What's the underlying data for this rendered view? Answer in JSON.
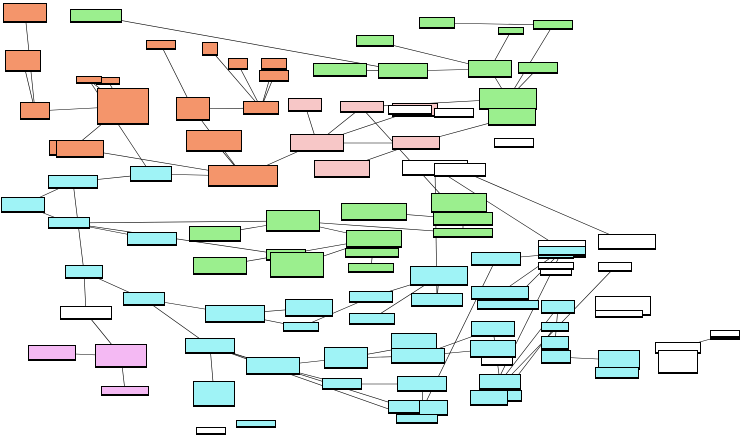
{
  "colors": {
    "background": "#ffffff",
    "edge": "#000000",
    "orange": "#f4956b",
    "green": "#9bef8e",
    "cyan": "#9ff3f6",
    "pink": "#f7c7c7",
    "magenta": "#f4b9f3",
    "white": "#ffffff"
  },
  "nodes": [
    {
      "id": "o1",
      "color": "orange",
      "title": "",
      "lines": [
        "",
        "",
        "",
        "",
        ""
      ]
    },
    {
      "id": "o2",
      "color": "orange",
      "title": "",
      "lines": [
        "",
        "",
        ""
      ]
    },
    {
      "id": "o3",
      "color": "orange",
      "title": "",
      "lines": [
        "",
        "",
        "",
        "",
        "",
        ""
      ]
    },
    {
      "id": "o4",
      "color": "orange",
      "title": "",
      "lines": [
        ""
      ]
    },
    {
      "id": "o5",
      "color": "orange",
      "title": "",
      "lines": [
        "",
        "",
        ""
      ]
    },
    {
      "id": "o6",
      "color": "orange",
      "title": "",
      "lines": [
        "",
        "",
        "",
        ""
      ]
    },
    {
      "id": "o7",
      "color": "orange",
      "title": "",
      "lines": [
        ""
      ]
    },
    {
      "id": "o8",
      "color": "orange",
      "title": "",
      "lines": [
        "",
        "",
        "",
        ""
      ]
    },
    {
      "id": "o9",
      "color": "orange",
      "title": "",
      "lines": [
        "",
        "",
        "",
        ""
      ]
    },
    {
      "id": "o10",
      "color": "orange",
      "title": "",
      "lines": [
        "",
        ""
      ]
    },
    {
      "id": "o11",
      "color": "orange",
      "title": "",
      "lines": [
        "",
        ""
      ]
    },
    {
      "id": "o12",
      "color": "orange",
      "title": "",
      "lines": [
        "",
        "",
        ""
      ]
    },
    {
      "id": "o13",
      "color": "orange",
      "title": "",
      "lines": [
        "",
        "",
        "",
        ""
      ]
    },
    {
      "id": "o14",
      "color": "orange",
      "title": "",
      "lines": [
        "",
        "",
        "",
        "",
        ""
      ]
    },
    {
      "id": "o15",
      "color": "orange",
      "title": "",
      "lines": [
        "",
        "",
        ""
      ]
    },
    {
      "id": "o16",
      "color": "orange",
      "title": "",
      "lines": [
        "",
        "",
        "",
        ""
      ]
    },
    {
      "id": "o17",
      "color": "orange",
      "title": "",
      "lines": [
        "",
        "",
        ""
      ]
    },
    {
      "id": "g1",
      "color": "green",
      "title": "",
      "lines": [
        ""
      ]
    },
    {
      "id": "g2",
      "color": "green",
      "title": "",
      "lines": [
        "",
        ""
      ]
    },
    {
      "id": "g3",
      "color": "green",
      "title": "",
      "lines": [
        "",
        "",
        ""
      ]
    },
    {
      "id": "g4",
      "color": "green",
      "title": "",
      "lines": [
        "",
        ""
      ]
    },
    {
      "id": "g5",
      "color": "green",
      "title": "",
      "lines": [
        "",
        ""
      ]
    },
    {
      "id": "g6",
      "color": "green",
      "title": "",
      "lines": [
        "",
        "",
        ""
      ]
    },
    {
      "id": "g7",
      "color": "green",
      "title": "",
      "lines": [
        ""
      ]
    },
    {
      "id": "g8",
      "color": "green",
      "title": "",
      "lines": [
        "",
        ""
      ]
    },
    {
      "id": "g9",
      "color": "green",
      "title": "",
      "lines": [
        "",
        "",
        "",
        ""
      ]
    },
    {
      "id": "g10",
      "color": "green",
      "title": "",
      "lines": [
        "",
        "",
        ""
      ]
    },
    {
      "id": "g11",
      "color": "green",
      "title": "",
      "lines": [
        ""
      ]
    },
    {
      "id": "g12",
      "color": "green",
      "title": "",
      "lines": [
        "",
        "",
        "",
        ""
      ]
    },
    {
      "id": "g13",
      "color": "green",
      "title": "",
      "lines": [
        "",
        "",
        ""
      ]
    },
    {
      "id": "g14",
      "color": "green",
      "title": "",
      "lines": [
        "",
        "",
        "",
        "",
        ""
      ]
    },
    {
      "id": "g15",
      "color": "green",
      "title": "",
      "lines": [
        "",
        ""
      ]
    },
    {
      "id": "g16",
      "color": "green",
      "title": "",
      "lines": [
        "",
        ""
      ]
    },
    {
      "id": "g17",
      "color": "green",
      "title": "",
      "lines": [
        ""
      ]
    },
    {
      "id": "g18",
      "color": "green",
      "title": "",
      "lines": [
        "",
        ""
      ]
    },
    {
      "id": "g19",
      "color": "green",
      "title": "",
      "lines": [
        "",
        ""
      ]
    },
    {
      "id": "g20",
      "color": "green",
      "title": "",
      "lines": [
        ""
      ]
    },
    {
      "id": "g21",
      "color": "green",
      "title": "",
      "lines": [
        "",
        ""
      ]
    },
    {
      "id": "g22",
      "color": "green",
      "title": "",
      "lines": [
        "",
        "",
        "",
        ""
      ]
    },
    {
      "id": "g23",
      "color": "green",
      "title": "",
      "lines": [
        "",
        "",
        ""
      ]
    },
    {
      "id": "g24",
      "color": "green",
      "title": "",
      "lines": [
        "",
        ""
      ]
    },
    {
      "id": "p1",
      "color": "pink",
      "title": "",
      "lines": [
        "",
        ""
      ]
    },
    {
      "id": "p2",
      "color": "pink",
      "title": "",
      "lines": [
        "",
        "",
        ""
      ]
    },
    {
      "id": "p3",
      "color": "pink",
      "title": "",
      "lines": [
        "",
        ""
      ]
    },
    {
      "id": "p4",
      "color": "pink",
      "title": "",
      "lines": [
        "",
        "",
        "",
        "",
        ""
      ]
    },
    {
      "id": "p5",
      "color": "pink",
      "title": "",
      "lines": [
        "",
        "",
        ""
      ]
    },
    {
      "id": "p6",
      "color": "pink",
      "title": "",
      "lines": [
        "",
        "",
        ""
      ]
    },
    {
      "id": "w1",
      "color": "white",
      "title": "",
      "lines": [
        ""
      ]
    },
    {
      "id": "w2",
      "color": "white",
      "title": "",
      "lines": [
        ""
      ]
    },
    {
      "id": "w3",
      "color": "white",
      "title": "",
      "lines": [
        ""
      ]
    },
    {
      "id": "w4",
      "color": "white",
      "title": "",
      "lines": [
        "",
        ""
      ]
    },
    {
      "id": "w5",
      "color": "white",
      "title": "",
      "lines": [
        "",
        "",
        "",
        ""
      ]
    },
    {
      "id": "w6",
      "color": "white",
      "title": "",
      "lines": [
        "",
        ""
      ]
    },
    {
      "id": "w7",
      "color": "white",
      "title": "",
      "lines": [
        "",
        "",
        "",
        ""
      ]
    },
    {
      "id": "w8",
      "color": "white",
      "title": "",
      "lines": [
        ""
      ]
    },
    {
      "id": "w9",
      "color": "white",
      "title": "",
      "lines": [
        "",
        ""
      ]
    },
    {
      "id": "w10",
      "color": "white",
      "title": "",
      "lines": [
        "",
        "",
        "",
        ""
      ]
    },
    {
      "id": "w11",
      "color": "white",
      "title": "",
      "lines": [
        ""
      ]
    },
    {
      "id": "w12",
      "color": "white",
      "title": "",
      "lines": [
        ""
      ]
    },
    {
      "id": "c1",
      "color": "cyan",
      "title": "",
      "lines": [
        "",
        ""
      ]
    },
    {
      "id": "c2",
      "color": "cyan",
      "title": "",
      "lines": [
        "",
        "",
        ""
      ]
    },
    {
      "id": "c3",
      "color": "cyan",
      "title": "",
      "lines": [
        "",
        "",
        "",
        ""
      ]
    },
    {
      "id": "c4",
      "color": "cyan",
      "title": "",
      "lines": [
        "",
        "",
        ""
      ]
    },
    {
      "id": "c5",
      "color": "cyan",
      "title": "",
      "lines": [
        "",
        ""
      ]
    },
    {
      "id": "c6",
      "color": "cyan",
      "title": "",
      "lines": [
        "",
        "",
        ""
      ]
    },
    {
      "id": "c7",
      "color": "white",
      "title": "",
      "lines": [
        "",
        "",
        ""
      ]
    },
    {
      "id": "c8",
      "color": "cyan",
      "title": "",
      "lines": [
        "",
        "",
        ""
      ]
    },
    {
      "id": "c9",
      "color": "cyan",
      "title": "",
      "lines": [
        "",
        "",
        "",
        "",
        ""
      ]
    },
    {
      "id": "c10",
      "color": "cyan",
      "title": "",
      "lines": [
        ""
      ]
    },
    {
      "id": "c11",
      "color": "cyan",
      "title": "",
      "lines": [
        "",
        ""
      ]
    },
    {
      "id": "c12",
      "color": "cyan",
      "title": "",
      "lines": [
        "",
        "",
        ""
      ]
    },
    {
      "id": "c13",
      "color": "cyan",
      "title": "",
      "lines": [
        "",
        "",
        ""
      ]
    },
    {
      "id": "c14",
      "color": "cyan",
      "title": "",
      "lines": [
        "",
        ""
      ]
    },
    {
      "id": "c15",
      "color": "cyan",
      "title": "",
      "lines": [
        "",
        "",
        ""
      ]
    },
    {
      "id": "c16",
      "color": "cyan",
      "title": "",
      "lines": [
        "",
        "",
        ""
      ]
    },
    {
      "id": "c17",
      "color": "cyan",
      "title": "",
      "lines": [
        "",
        "",
        ""
      ]
    },
    {
      "id": "c18",
      "color": "cyan",
      "title": "",
      "lines": [
        "",
        "",
        "",
        ""
      ]
    },
    {
      "id": "c19",
      "color": "cyan",
      "title": "",
      "lines": [
        ""
      ]
    },
    {
      "id": "c20",
      "color": "cyan",
      "title": "",
      "lines": [
        "",
        ""
      ]
    },
    {
      "id": "c21",
      "color": "cyan",
      "title": "",
      "lines": [
        "",
        "",
        "",
        ""
      ]
    },
    {
      "id": "c22",
      "color": "cyan",
      "title": "",
      "lines": [
        "",
        ""
      ]
    },
    {
      "id": "c23",
      "color": "cyan",
      "title": "",
      "lines": [
        "",
        "",
        "",
        "",
        ""
      ]
    },
    {
      "id": "c24",
      "color": "cyan",
      "title": "",
      "lines": [
        "",
        "",
        ""
      ]
    },
    {
      "id": "c25",
      "color": "white",
      "title": "",
      "lines": [
        ""
      ]
    },
    {
      "id": "c26",
      "color": "cyan",
      "title": "",
      "lines": [
        "",
        ""
      ]
    },
    {
      "id": "c27",
      "color": "cyan",
      "title": "",
      "lines": [
        "",
        "",
        "",
        "",
        ""
      ]
    },
    {
      "id": "c28",
      "color": "cyan",
      "title": "",
      "lines": [
        "",
        "",
        ""
      ]
    },
    {
      "id": "c29",
      "color": "cyan",
      "title": "",
      "lines": [
        ""
      ]
    },
    {
      "id": "c30",
      "color": "cyan",
      "title": "",
      "lines": [
        "",
        "",
        "",
        "",
        ""
      ]
    },
    {
      "id": "c31",
      "color": "cyan",
      "title": "",
      "lines": [
        ""
      ]
    },
    {
      "id": "c32",
      "color": "cyan",
      "title": "",
      "lines": [
        "",
        "",
        "",
        ""
      ]
    },
    {
      "id": "c33",
      "color": "cyan",
      "title": "",
      "lines": [
        "",
        ""
      ]
    },
    {
      "id": "c34",
      "color": "cyan",
      "title": "",
      "lines": [
        "",
        ""
      ]
    },
    {
      "id": "c35",
      "color": "cyan",
      "title": "",
      "lines": [
        ""
      ]
    },
    {
      "id": "c36",
      "color": "cyan",
      "title": "",
      "lines": [
        "",
        "",
        ""
      ]
    },
    {
      "id": "c37",
      "color": "cyan",
      "title": "",
      "lines": [
        "",
        "",
        ""
      ]
    },
    {
      "id": "c38",
      "color": "cyan",
      "title": "",
      "lines": [
        "",
        "",
        ""
      ]
    },
    {
      "id": "c39",
      "color": "cyan",
      "title": "",
      "lines": [
        "",
        ""
      ]
    },
    {
      "id": "c40",
      "color": "cyan",
      "title": "",
      "lines": [
        "",
        "",
        ""
      ]
    },
    {
      "id": "c41",
      "color": "cyan",
      "title": "",
      "lines": [
        "",
        ""
      ]
    },
    {
      "id": "c42",
      "color": "cyan",
      "title": "",
      "lines": [
        "",
        "",
        ""
      ]
    },
    {
      "id": "c43",
      "color": "cyan",
      "title": "",
      "lines": [
        ""
      ]
    },
    {
      "id": "c44",
      "color": "cyan",
      "title": "",
      "lines": [
        "",
        ""
      ]
    },
    {
      "id": "c45",
      "color": "white",
      "title": "",
      "lines": [
        "",
        "",
        "",
        ""
      ]
    },
    {
      "id": "c46",
      "color": "white",
      "title": "",
      "lines": [
        "",
        ""
      ]
    },
    {
      "id": "c47",
      "color": "white",
      "title": "",
      "lines": [
        "",
        ""
      ]
    },
    {
      "id": "c48",
      "color": "white",
      "title": "",
      "lines": [
        "",
        ""
      ]
    },
    {
      "id": "c49",
      "color": "white",
      "title": "",
      "lines": [
        "",
        ""
      ]
    },
    {
      "id": "m1",
      "color": "magenta",
      "title": "",
      "lines": [
        "",
        "",
        ""
      ]
    },
    {
      "id": "m2",
      "color": "magenta",
      "title": "",
      "lines": [
        "",
        "",
        "",
        "",
        "",
        ""
      ]
    },
    {
      "id": "m3",
      "color": "magenta",
      "title": "",
      "lines": [
        "",
        ""
      ]
    }
  ],
  "edges": [
    [
      "o1",
      "o3"
    ],
    [
      "o2",
      "o3"
    ],
    [
      "o3",
      "o6"
    ],
    [
      "o4",
      "o6"
    ],
    [
      "o5",
      "o6"
    ],
    [
      "o6",
      "o13"
    ],
    [
      "o7",
      "o14"
    ],
    [
      "o8",
      "o12"
    ],
    [
      "o9",
      "o12"
    ],
    [
      "o10",
      "o12"
    ],
    [
      "o11",
      "o12"
    ],
    [
      "o12",
      "o14"
    ],
    [
      "o13",
      "c1"
    ],
    [
      "o14",
      "o17"
    ],
    [
      "o15",
      "o17"
    ],
    [
      "o16",
      "o17"
    ],
    [
      "o17",
      "c1"
    ],
    [
      "g1",
      "g4"
    ],
    [
      "g2",
      "g4"
    ],
    [
      "g3",
      "g6"
    ],
    [
      "g4",
      "g6"
    ],
    [
      "g5",
      "g8"
    ],
    [
      "g6",
      "g9"
    ],
    [
      "g8",
      "g9"
    ],
    [
      "g9",
      "p2"
    ],
    [
      "g10",
      "g9"
    ],
    [
      "g7",
      "g6"
    ],
    [
      "p1",
      "p4"
    ],
    [
      "p2",
      "p4"
    ],
    [
      "p3",
      "p4"
    ],
    [
      "p5",
      "p6"
    ],
    [
      "p6",
      "p4"
    ],
    [
      "p4",
      "o17"
    ],
    [
      "g11",
      "p6"
    ],
    [
      "g12",
      "g16"
    ],
    [
      "g14",
      "g16"
    ],
    [
      "g15",
      "g16"
    ],
    [
      "g16",
      "g17"
    ],
    [
      "c1",
      "c2"
    ],
    [
      "c2",
      "c3"
    ],
    [
      "c3",
      "c4"
    ],
    [
      "c4",
      "c5"
    ],
    [
      "c4",
      "g18"
    ],
    [
      "g18",
      "g19"
    ],
    [
      "g18",
      "g20"
    ],
    [
      "g19",
      "g21"
    ],
    [
      "g19",
      "g22"
    ],
    [
      "g19",
      "g23"
    ],
    [
      "g19",
      "g24"
    ],
    [
      "g18",
      "g17"
    ],
    [
      "c4",
      "g13"
    ],
    [
      "c2",
      "c6"
    ],
    [
      "c6",
      "c8"
    ],
    [
      "c6",
      "c7"
    ],
    [
      "c8",
      "c9"
    ],
    [
      "c9",
      "c11"
    ],
    [
      "c9",
      "c10"
    ],
    [
      "c11",
      "c12"
    ],
    [
      "c12",
      "c13"
    ],
    [
      "c13",
      "c14"
    ],
    [
      "c13",
      "c15"
    ],
    [
      "c8",
      "c16"
    ],
    [
      "c16",
      "c17"
    ],
    [
      "c16",
      "c18"
    ],
    [
      "c17",
      "c20"
    ],
    [
      "c17",
      "c21"
    ],
    [
      "c20",
      "c22"
    ],
    [
      "c20",
      "c23"
    ],
    [
      "c21",
      "c24"
    ],
    [
      "c23",
      "c26"
    ],
    [
      "c23",
      "c27"
    ],
    [
      "c26",
      "c28"
    ],
    [
      "c28",
      "c29"
    ],
    [
      "c28",
      "c30"
    ],
    [
      "c29",
      "c31"
    ],
    [
      "c30",
      "c32"
    ],
    [
      "c32",
      "c33"
    ],
    [
      "c33",
      "c34"
    ],
    [
      "c34",
      "c35"
    ],
    [
      "c24",
      "c36"
    ],
    [
      "c36",
      "c37"
    ],
    [
      "c37",
      "c38"
    ],
    [
      "c38",
      "c39"
    ],
    [
      "c39",
      "c40"
    ],
    [
      "c40",
      "c41"
    ],
    [
      "c41",
      "c42"
    ],
    [
      "c16",
      "c43"
    ],
    [
      "c16",
      "c44"
    ],
    [
      "c14",
      "w4"
    ],
    [
      "w4",
      "w5"
    ],
    [
      "w4",
      "w6"
    ],
    [
      "w5",
      "w7"
    ],
    [
      "w9",
      "c42"
    ],
    [
      "w10",
      "w11"
    ],
    [
      "m1",
      "m2"
    ],
    [
      "m2",
      "m3"
    ],
    [
      "c7",
      "m2"
    ]
  ]
}
